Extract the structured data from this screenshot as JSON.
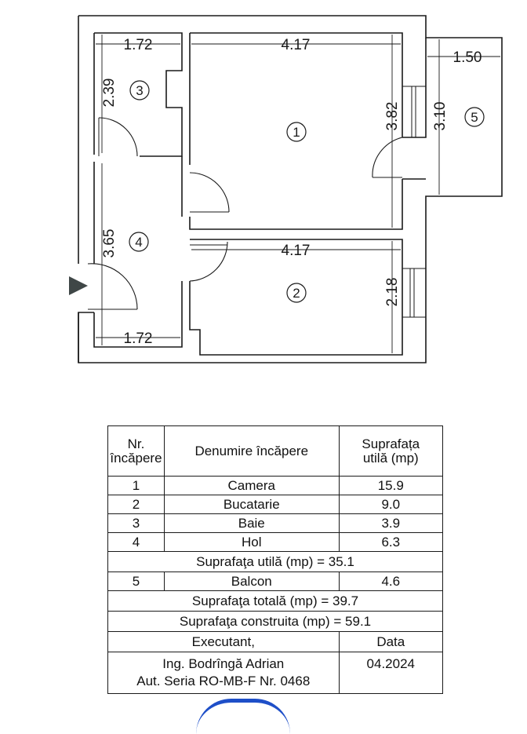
{
  "floor_plan": {
    "dimensions": {
      "room3_width": "1.72",
      "room3_length": "2.39",
      "room1_width": "4.17",
      "room1_length": "3.82",
      "balcony_width": "1.50",
      "balcony_length": "3.10",
      "room2_width": "4.17",
      "room2_length": "2.18",
      "hall_length": "3.65",
      "hall_width": "1.72"
    },
    "room_labels": [
      "1",
      "2",
      "3",
      "4",
      "5"
    ],
    "entrance_marker": "entrance-arrow"
  },
  "table": {
    "headers": {
      "nr": [
        "Nr.",
        "încăpere"
      ],
      "name": "Denumire încăpere",
      "area": [
        "Suprafața",
        "utilă (mp)"
      ]
    },
    "rows": [
      {
        "nr": "1",
        "name": "Camera",
        "area": "15.9"
      },
      {
        "nr": "2",
        "name": "Bucatarie",
        "area": "9.0"
      },
      {
        "nr": "3",
        "name": "Baie",
        "area": "3.9"
      },
      {
        "nr": "4",
        "name": "Hol",
        "area": "6.3"
      }
    ],
    "usable_total": "Suprafaţa utilă (mp) = 35.1",
    "balcony_row": {
      "nr": "5",
      "name": "Balcon",
      "area": "4.6"
    },
    "total_area": "Suprafaţa totală (mp) = 39.7",
    "built_area": "Suprafaţa construita (mp) = 59.1",
    "executant_label": "Executant,",
    "date_label": "Data",
    "engineer_name": "Ing. Bodrîngă  Adrian",
    "authorization": "Aut. Seria RO-MB-F Nr. 0468",
    "date_value": "04.2024"
  },
  "stamp_color": "#1e4fc8"
}
